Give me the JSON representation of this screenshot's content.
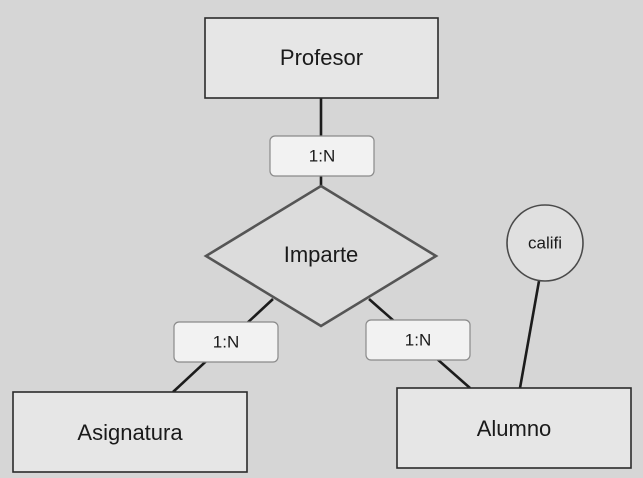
{
  "entities": {
    "profesor": "Profesor",
    "asignatura": "Asignatura",
    "alumno": "Alumno"
  },
  "relationship": {
    "imparte": "Imparte"
  },
  "cardinalities": {
    "profesor_imparte": "1:N",
    "asignatura_imparte": "1:N",
    "alumno_imparte": "1:N"
  },
  "attributes": {
    "califi": "califi"
  }
}
